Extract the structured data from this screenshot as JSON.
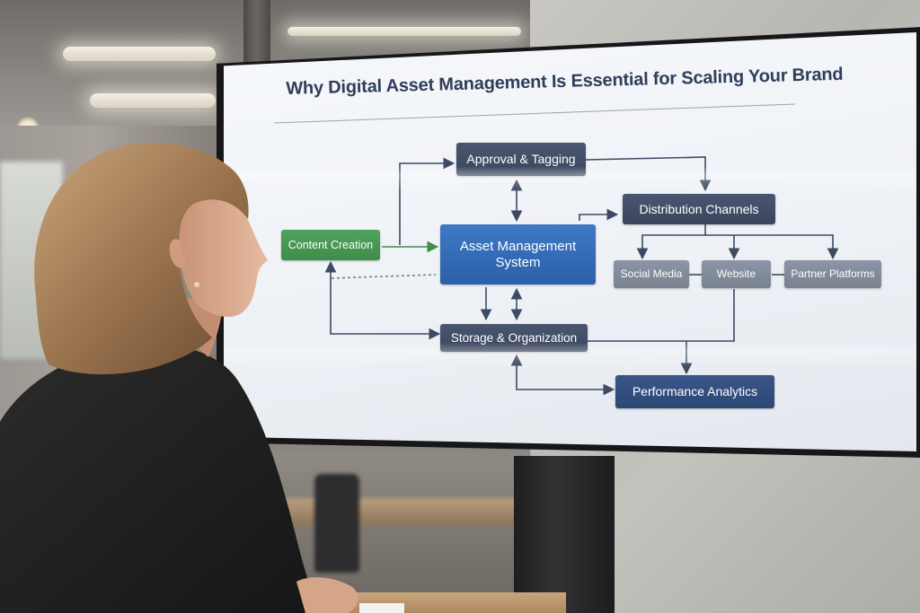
{
  "slide": {
    "title": "Why Digital Asset Management Is Essential for Scaling Your Brand",
    "nodes": {
      "content_creation": "Content Creation",
      "approval_tagging": "Approval & Tagging",
      "asset_management": "Asset Management System",
      "distribution_channels": "Distribution Channels",
      "social_media": "Social Media",
      "website": "Website",
      "partner_platforms": "Partner Platforms",
      "storage_organization": "Storage & Organization",
      "performance_analytics": "Performance Analytics"
    }
  },
  "colors": {
    "node_dark": "#3b465d",
    "node_gray": "#78828f",
    "node_green": "#3f8c4b",
    "node_blue": "#2c5fa8",
    "node_navy": "#2d4775",
    "arrow": "#3d4a63",
    "arrow_green": "#3f8c4b"
  }
}
